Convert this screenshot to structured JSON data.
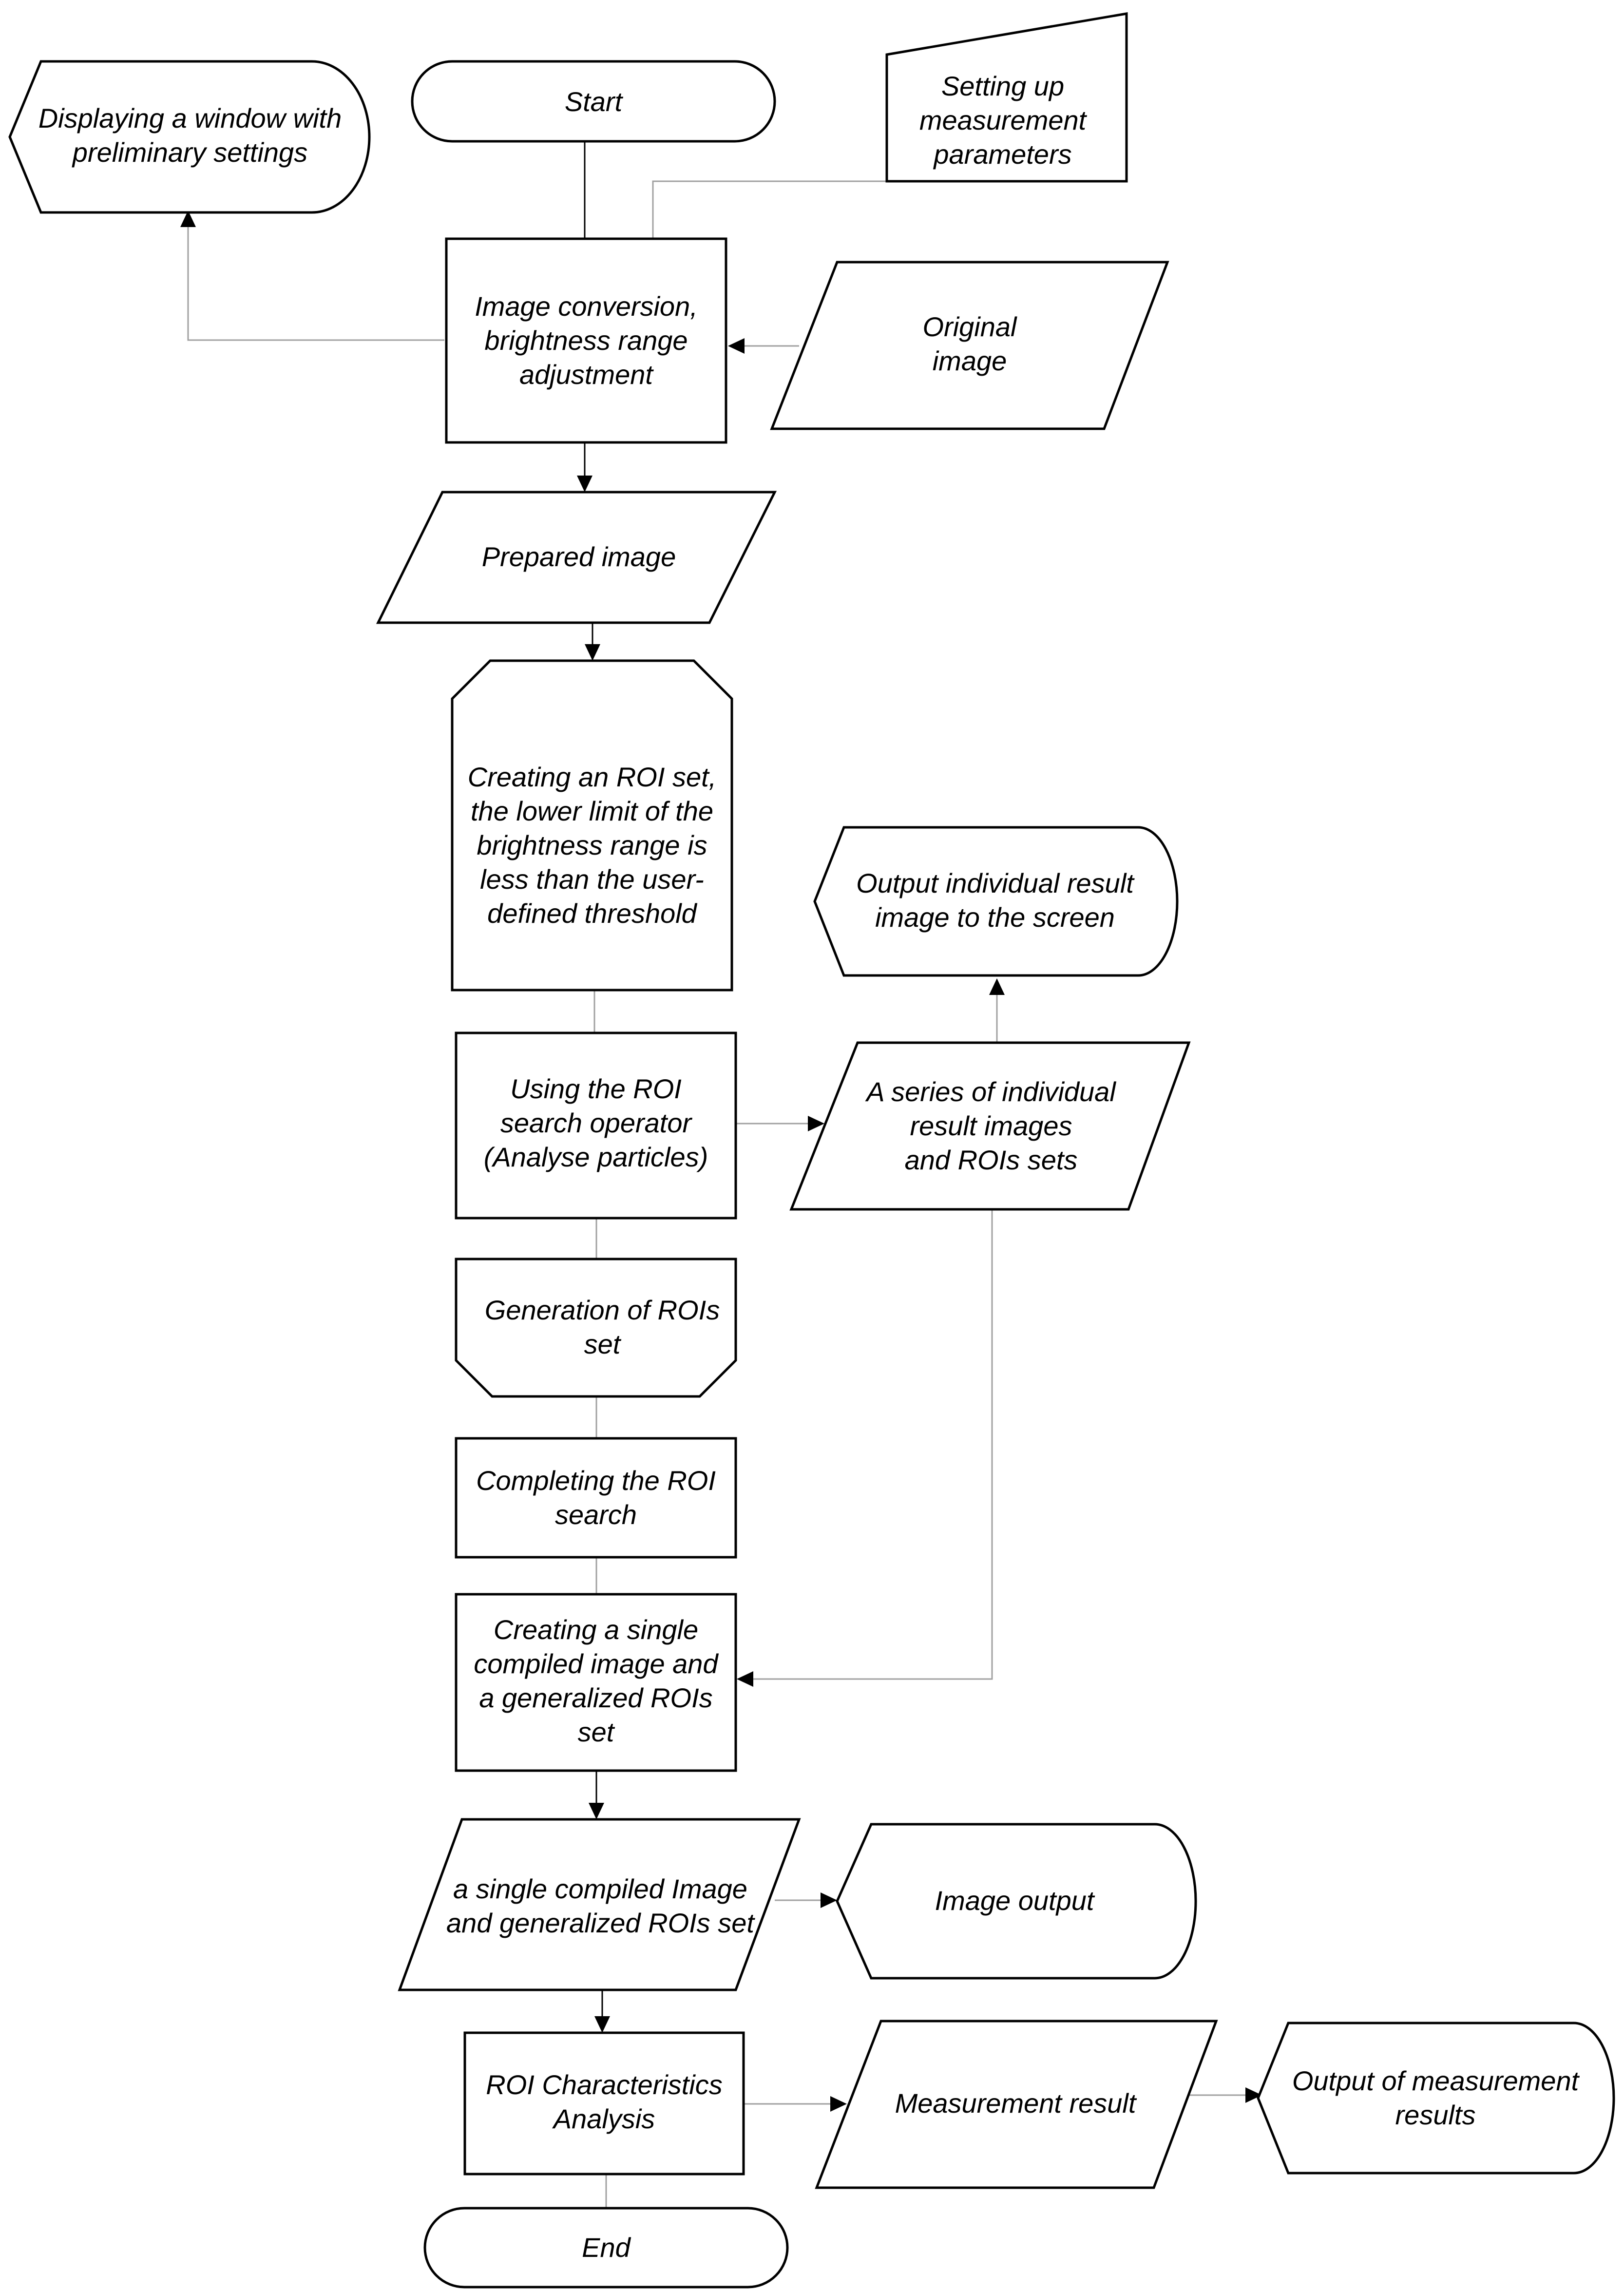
{
  "diagram": {
    "nodes": {
      "start": {
        "shape": "terminator",
        "lines": [
          "Start"
        ]
      },
      "display_window": {
        "shape": "display",
        "lines": [
          "Displaying a window with",
          "preliminary settings"
        ]
      },
      "setup_params": {
        "shape": "manual-input",
        "lines": [
          "Setting up",
          "measurement",
          "parameters"
        ]
      },
      "image_conversion": {
        "shape": "process",
        "lines": [
          "Image conversion,",
          "brightness range",
          "adjustment"
        ]
      },
      "original_image": {
        "shape": "data",
        "lines": [
          "Original",
          "image"
        ]
      },
      "prepared_image": {
        "shape": "data",
        "lines": [
          "Prepared image"
        ]
      },
      "create_roi_set": {
        "shape": "loop-start",
        "lines": [
          "Creating an ROI set,",
          "the lower limit of the",
          "brightness range is",
          "less than the user-",
          "defined threshold"
        ]
      },
      "output_individual": {
        "shape": "display",
        "lines": [
          "Output individual result",
          "image to the screen"
        ]
      },
      "roi_search_operator": {
        "shape": "process",
        "lines": [
          "Using the ROI",
          "search operator",
          "(Analyse particles)"
        ]
      },
      "series_results": {
        "shape": "data",
        "lines": [
          "A series of individual",
          "result images",
          "and ROIs sets"
        ]
      },
      "generation_rois": {
        "shape": "loop-end",
        "lines": [
          "Generation of ROIs",
          "set"
        ]
      },
      "completing_search": {
        "shape": "process",
        "lines": [
          "Completing the ROI",
          "search"
        ]
      },
      "create_compiled": {
        "shape": "process",
        "lines": [
          "Creating a single",
          "compiled image and",
          "a generalized ROIs",
          "set"
        ]
      },
      "compiled_data": {
        "shape": "data",
        "lines": [
          "a single compiled Image",
          "and generalized ROIs set"
        ]
      },
      "image_output": {
        "shape": "display",
        "lines": [
          "Image output"
        ]
      },
      "roi_analysis": {
        "shape": "process",
        "lines": [
          "ROI Characteristics",
          "Analysis"
        ]
      },
      "measurement_result": {
        "shape": "data",
        "lines": [
          "Measurement result"
        ]
      },
      "output_measurement": {
        "shape": "display",
        "lines": [
          "Output of measurement",
          "results"
        ]
      },
      "end": {
        "shape": "terminator",
        "lines": [
          "End"
        ]
      }
    },
    "edges": [
      {
        "from": "start",
        "to": "image_conversion"
      },
      {
        "from": "setup_params",
        "to": "image_conversion"
      },
      {
        "from": "original_image",
        "to": "image_conversion"
      },
      {
        "from": "image_conversion",
        "to": "display_window"
      },
      {
        "from": "image_conversion",
        "to": "prepared_image"
      },
      {
        "from": "prepared_image",
        "to": "create_roi_set"
      },
      {
        "from": "create_roi_set",
        "to": "roi_search_operator"
      },
      {
        "from": "roi_search_operator",
        "to": "series_results"
      },
      {
        "from": "series_results",
        "to": "output_individual"
      },
      {
        "from": "roi_search_operator",
        "to": "generation_rois"
      },
      {
        "from": "generation_rois",
        "to": "completing_search"
      },
      {
        "from": "completing_search",
        "to": "create_compiled"
      },
      {
        "from": "series_results",
        "to": "create_compiled"
      },
      {
        "from": "create_compiled",
        "to": "compiled_data"
      },
      {
        "from": "compiled_data",
        "to": "image_output"
      },
      {
        "from": "compiled_data",
        "to": "roi_analysis"
      },
      {
        "from": "roi_analysis",
        "to": "measurement_result"
      },
      {
        "from": "measurement_result",
        "to": "output_measurement"
      },
      {
        "from": "roi_analysis",
        "to": "end"
      }
    ]
  }
}
